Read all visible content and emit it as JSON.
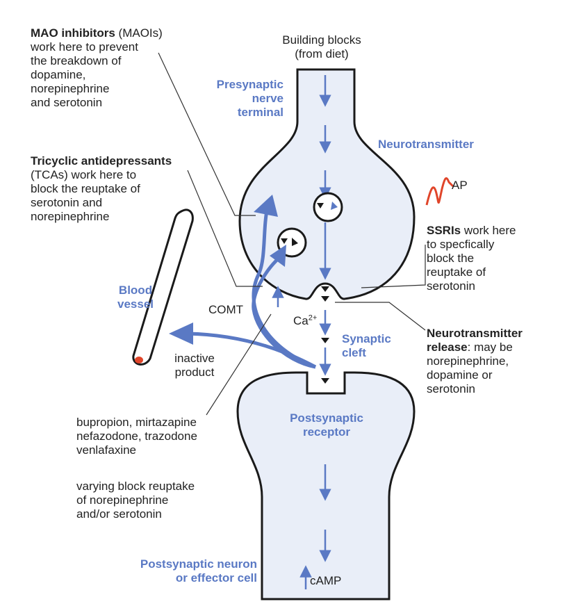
{
  "colors": {
    "accent_blue": "#5a79c4",
    "cell_fill": "#e9eef8",
    "outline": "#1a1a1a",
    "ap_red": "#e0452a"
  },
  "labels": {
    "building_blocks": [
      "Building blocks",
      "(from diet)"
    ],
    "presynaptic": [
      "Presynaptic",
      "nerve",
      "terminal"
    ],
    "neurotransmitter": "Neurotransmitter",
    "ap": "AP",
    "mao_bold": "MAO inhibitors",
    "mao_rest_first": " (MAOIs)",
    "mao_lines": [
      "work here to prevent",
      "the breakdown of",
      "dopamine,",
      "norepinephrine",
      "and serotonin"
    ],
    "tca_bold": "Tricyclic antidepressants",
    "tca_lines": [
      "(TCAs) work here to",
      "block the reuptake of",
      "serotonin and",
      "norepinephrine"
    ],
    "ssri_bold": "SSRIs",
    "ssri_rest_first": " work here",
    "ssri_lines": [
      "to specfically",
      "block the",
      "reuptake of",
      "serotonin"
    ],
    "blood_vessel": [
      "Blood",
      "vessel"
    ],
    "comt": "COMT",
    "calcium": "Ca",
    "calcium_sup": "2+",
    "synaptic_cleft": [
      "Synaptic",
      "cleft"
    ],
    "inactive_product": [
      "inactive",
      "product"
    ],
    "nt_release_bold": [
      "Neurotransmitter",
      "release"
    ],
    "nt_release_rest_first": ": may be",
    "nt_release_lines": [
      "norepinephrine,",
      "dopamine or",
      "serotonin"
    ],
    "other_drugs": [
      "bupropion, mirtazapine",
      "nefazodone, trazodone",
      "venlafaxine"
    ],
    "varying_block": [
      "varying block reuptake",
      "of norepinephrine",
      "and/or serotonin"
    ],
    "postsynaptic_receptor": [
      "Postsynaptic",
      "receptor"
    ],
    "postsynaptic_neuron": [
      "Postsynaptic neuron",
      "or effector cell"
    ],
    "camp": "cAMP"
  }
}
